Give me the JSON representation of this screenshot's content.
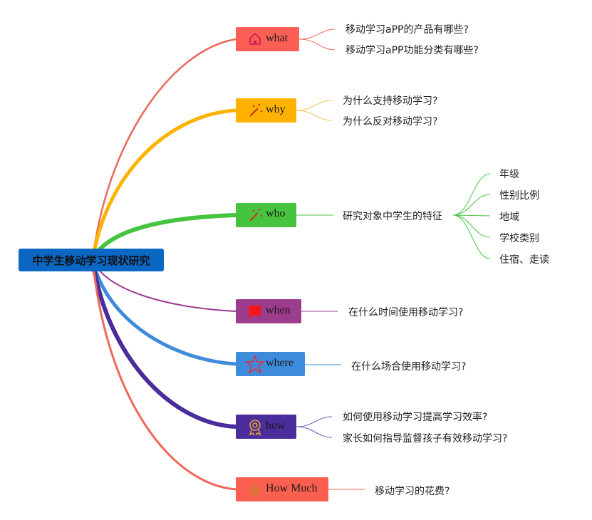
{
  "root": {
    "label": "中学生移动学习现状研究",
    "color": "#0a68c4"
  },
  "branches": [
    {
      "label": "what",
      "icon": "house-icon",
      "color": "#fb5f55",
      "children": [
        "移动学习aPP的产品有哪些?",
        "移动学习aPP功能分类有哪些?"
      ]
    },
    {
      "label": "why",
      "icon": "magic-wand-icon",
      "color": "#ffb300",
      "children": [
        "为什么支持移动学习?",
        "为什么反对移动学习?"
      ]
    },
    {
      "label": "who",
      "icon": "magic-wand-icon",
      "color": "#47c43f",
      "children": [
        "研究对象中学生的特征"
      ],
      "grandchildren": [
        "年级",
        "性别比例",
        "地域",
        "学校类别",
        "住宿、走读"
      ]
    },
    {
      "label": "when",
      "icon": "flag-icon",
      "color": "#9c3c8c",
      "children": [
        "在什么时间使用移动学习?"
      ]
    },
    {
      "label": "where",
      "icon": "star-outline-icon",
      "color": "#3f8bdb",
      "children": [
        "在什么场合使用移动学习?"
      ]
    },
    {
      "label": "how",
      "icon": "medal-icon",
      "color": "#4a2d9b",
      "children": [
        "如何使用移动学习提高学习效率?",
        "家长如何指导监督孩子有效移动学习?"
      ]
    },
    {
      "label": "How Much",
      "icon": "star-filled-icon",
      "color": "#fb5f50",
      "children": [
        "移动学习的花费?"
      ]
    }
  ]
}
